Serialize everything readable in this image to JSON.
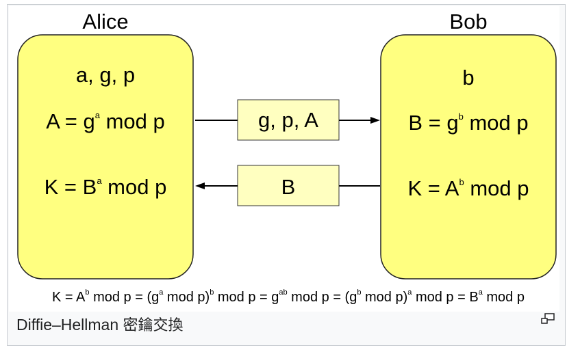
{
  "diagram": {
    "alice_title": "Alice",
    "bob_title": "Bob",
    "alice_vars": "a, g, p",
    "alice_A": {
      "lhs": "A = g",
      "sup": "a",
      "rhs": " mod p"
    },
    "alice_K": {
      "lhs": "K = B",
      "sup": "a",
      "rhs": " mod p"
    },
    "bob_vars": "b",
    "bob_B": {
      "lhs": "B = g",
      "sup": "b",
      "rhs": " mod p"
    },
    "bob_K": {
      "lhs": "K = A",
      "sup": "b",
      "rhs": " mod p"
    },
    "msg_to_bob": "g, p, A",
    "msg_to_alice": "B",
    "bottom_equation": [
      {
        "t": "K = A"
      },
      {
        "s": "b"
      },
      {
        "t": " mod p = (g"
      },
      {
        "s": "a"
      },
      {
        "t": " mod p)"
      },
      {
        "s": "b"
      },
      {
        "t": " mod p = g"
      },
      {
        "s": "ab"
      },
      {
        "t": " mod p = (g"
      },
      {
        "s": "b"
      },
      {
        "t": " mod p)"
      },
      {
        "s": "a"
      },
      {
        "t": " mod p = B"
      },
      {
        "s": "a"
      },
      {
        "t": " mod p"
      }
    ],
    "colors": {
      "party_fill": "#ffff80",
      "party_stroke": "#222222",
      "message_fill": "#ffffc0",
      "arrow": "#000000"
    }
  },
  "caption": {
    "latin": "Diffie–Hellman ",
    "cjk": "密鑰交換"
  },
  "icons": {
    "magnify": "magnify-clip-icon"
  }
}
